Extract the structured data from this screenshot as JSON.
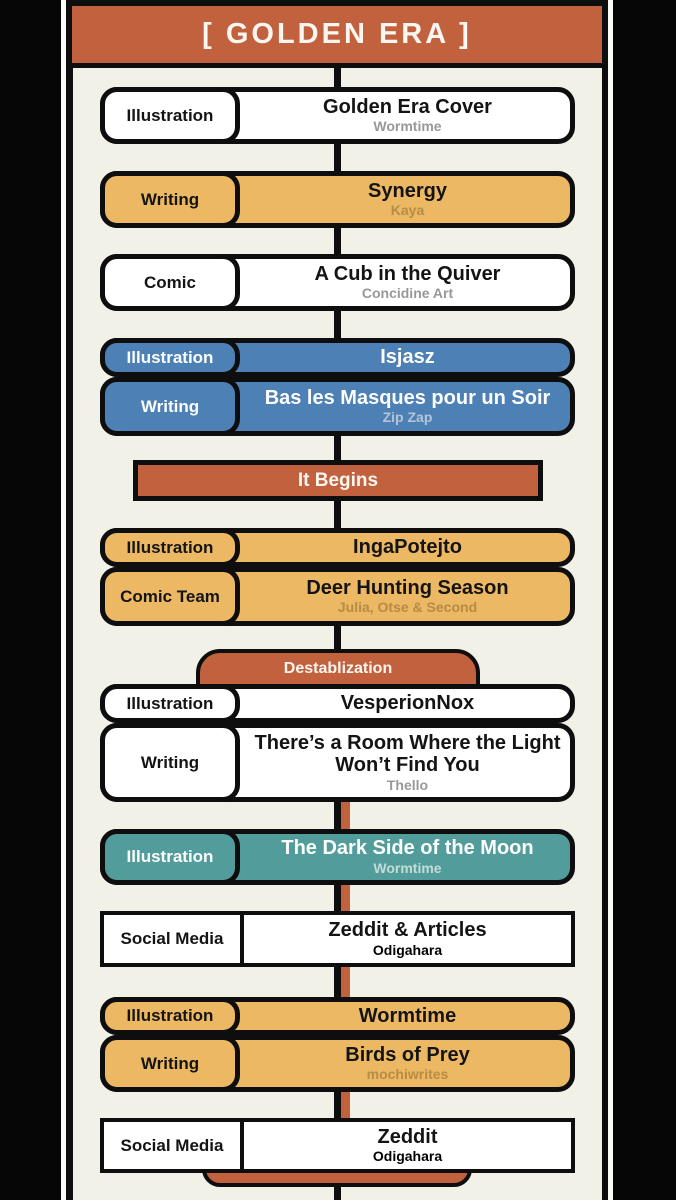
{
  "header": {
    "title": "[ GOLDEN ERA ]"
  },
  "colors": {
    "accent_orange": "#c2613d",
    "card_yellow": "#ecb863",
    "card_blue": "#4d80b4",
    "card_teal": "#529d9c",
    "card_white": "#ffffff",
    "panel_cream": "#f2f1e8",
    "ink": "#0e0e0e",
    "subtitle_gray": "#989898"
  },
  "nodes": [
    {
      "type": "card",
      "color": "white",
      "label": "Illustration",
      "title": "Golden Era Cover",
      "subtitle": "Wormtime"
    },
    {
      "type": "card",
      "color": "yellow",
      "label": "Writing",
      "title": "Synergy",
      "subtitle": "Kaya"
    },
    {
      "type": "card",
      "color": "white",
      "label": "Comic",
      "title": "A Cub in the Quiver",
      "subtitle": "Concidine Art"
    },
    {
      "type": "card",
      "color": "blue",
      "label": "Illustration",
      "title": "Isjasz",
      "subtitle": ""
    },
    {
      "type": "card",
      "color": "blue",
      "label": "Writing",
      "title": "Bas les Masques pour un Soir",
      "subtitle": "Zip Zap"
    },
    {
      "type": "banner",
      "style": "bar",
      "text": "It Begins"
    },
    {
      "type": "card",
      "color": "yellow",
      "label": "Illustration",
      "title": "IngaPotejto",
      "subtitle": ""
    },
    {
      "type": "card",
      "color": "yellow",
      "label": "Comic Team",
      "title": "Deer Hunting Season",
      "subtitle": "Julia, Otse & Second"
    },
    {
      "type": "banner",
      "style": "round-top",
      "text": "Destablization"
    },
    {
      "type": "card",
      "color": "white",
      "label": "Illustration",
      "title": "VesperionNox",
      "subtitle": ""
    },
    {
      "type": "card",
      "color": "white",
      "label": "Writing",
      "title": "There’s a Room Where the Light Won’t Find You",
      "subtitle": "Thello"
    },
    {
      "type": "card",
      "color": "teal",
      "label": "Illustration",
      "title": "The Dark Side of the Moon",
      "subtitle": "Wormtime"
    },
    {
      "type": "card",
      "color": "white-square",
      "label": "Social Media",
      "title": "Zeddit & Articles",
      "subtitle": "Odigahara"
    },
    {
      "type": "card",
      "color": "yellow",
      "label": "Illustration",
      "title": "Wormtime",
      "subtitle": ""
    },
    {
      "type": "card",
      "color": "yellow",
      "label": "Writing",
      "title": "Birds of Prey",
      "subtitle": "mochiwrites"
    },
    {
      "type": "card",
      "color": "white-square",
      "label": "Social Media",
      "title": "Zeddit",
      "subtitle": "Odigahara"
    },
    {
      "type": "banner",
      "style": "round-bottom",
      "text": ""
    }
  ]
}
